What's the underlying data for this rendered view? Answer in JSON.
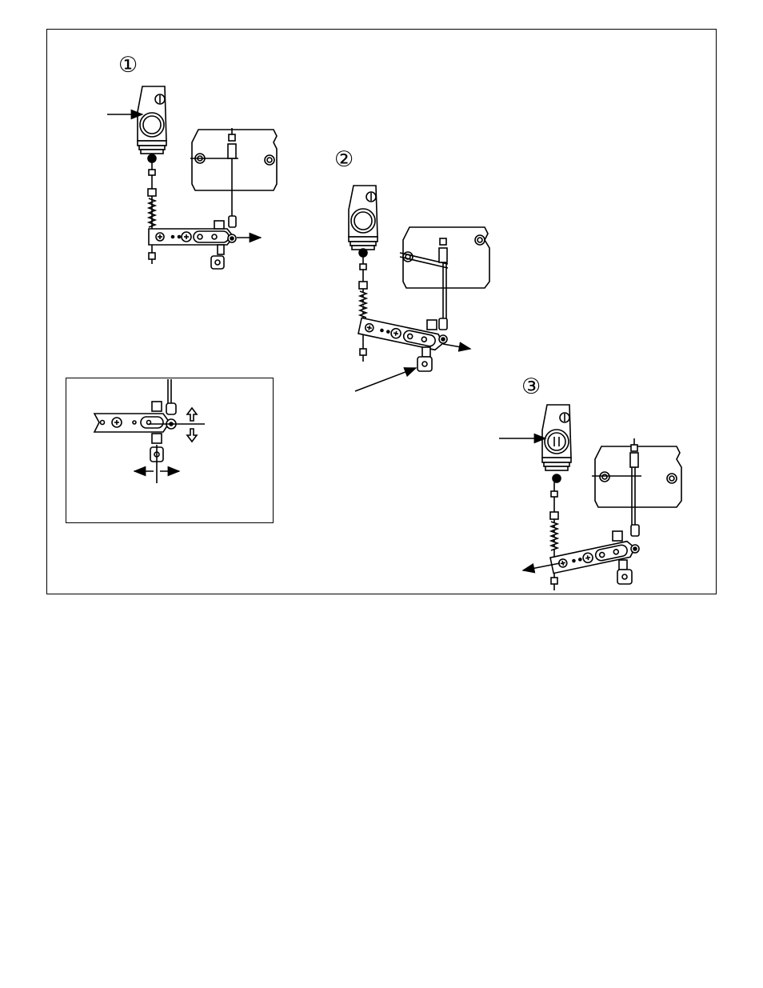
{
  "steps": {
    "one": "①",
    "two": "②",
    "three": "③"
  },
  "colors": {
    "line": "#000000",
    "panel": "#ffffff"
  }
}
